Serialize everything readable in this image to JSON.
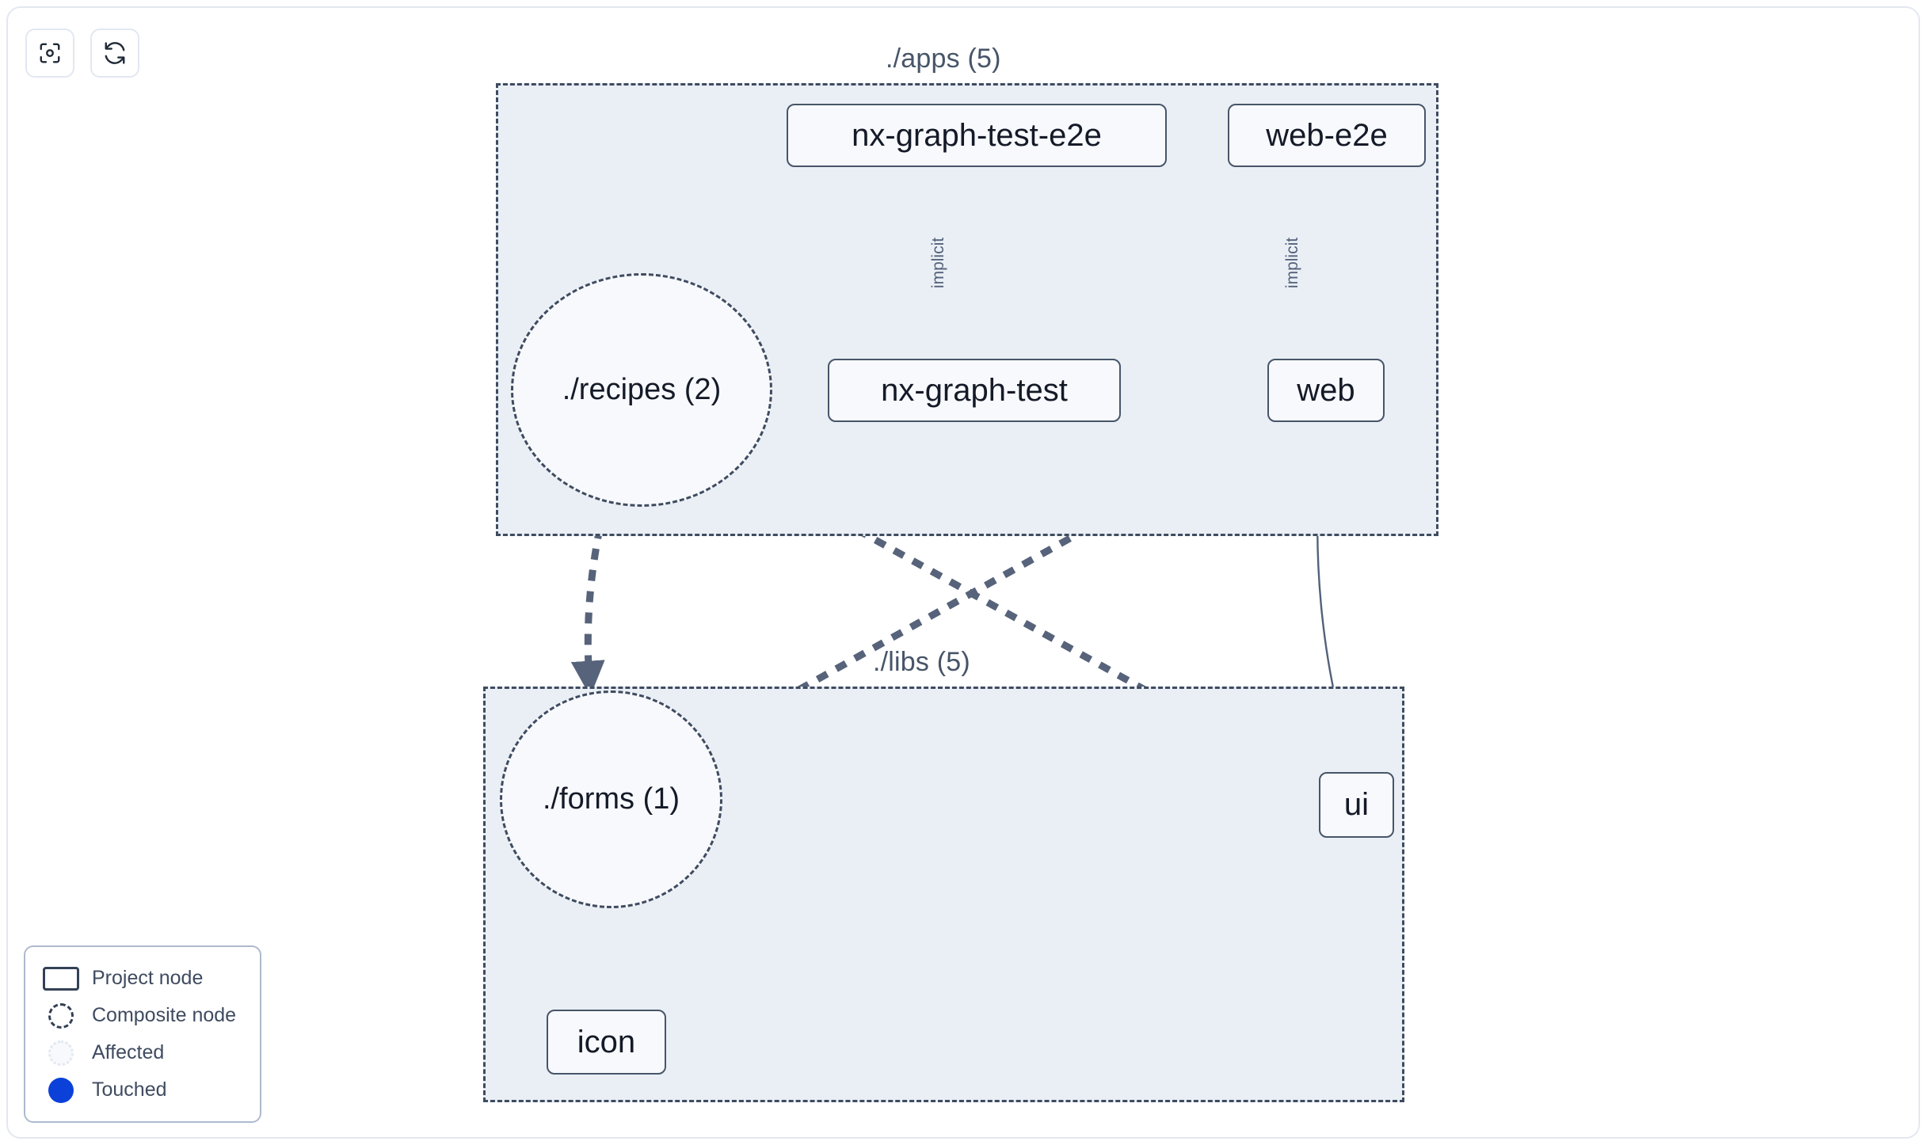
{
  "toolbar": {
    "buttons": [
      {
        "name": "focus-graph-button",
        "icon": "focus-target-icon",
        "title": "Focus graph"
      },
      {
        "name": "refresh-graph-button",
        "icon": "refresh-icon",
        "title": "Refresh graph"
      }
    ]
  },
  "graph": {
    "groups": [
      {
        "id": "apps",
        "label": "./apps (5)"
      },
      {
        "id": "libs",
        "label": "./libs (5)"
      }
    ],
    "composites": [
      {
        "id": "recipes",
        "label": "./recipes (2)"
      },
      {
        "id": "forms",
        "label": "./forms (1)"
      }
    ],
    "nodes": [
      {
        "id": "nx-graph-test-e2e",
        "label": "nx-graph-test-e2e"
      },
      {
        "id": "web-e2e",
        "label": "web-e2e"
      },
      {
        "id": "nx-graph-test",
        "label": "nx-graph-test"
      },
      {
        "id": "web",
        "label": "web"
      },
      {
        "id": "ui",
        "label": "ui"
      },
      {
        "id": "icon",
        "label": "icon"
      }
    ],
    "edges": [
      {
        "from": "nx-graph-test-e2e",
        "to": "nx-graph-test",
        "label": "implicit",
        "style": "solid"
      },
      {
        "from": "web-e2e",
        "to": "web",
        "label": "implicit",
        "style": "solid"
      },
      {
        "from": "web",
        "to": "ui",
        "label": "",
        "style": "solid"
      },
      {
        "from": "recipes",
        "to": "forms",
        "label": "",
        "style": "dashed"
      },
      {
        "from": "recipes",
        "to": "ui",
        "label": "",
        "style": "dashed"
      },
      {
        "from": "web",
        "to": "forms",
        "label": "",
        "style": "dashed"
      },
      {
        "from": "forms",
        "to": "icon",
        "label": "",
        "style": "dashed"
      }
    ]
  },
  "legend": {
    "items": [
      {
        "key": "project-node",
        "label": "Project node"
      },
      {
        "key": "composite-node",
        "label": "Composite node"
      },
      {
        "key": "affected",
        "label": "Affected"
      },
      {
        "key": "touched",
        "label": "Touched"
      }
    ]
  },
  "colors": {
    "group_fill": "#eaeff5",
    "group_border": "#3f4b60",
    "node_fill": "#f7f9fc",
    "node_border": "#475569",
    "node_text": "#151a28",
    "edge": "#57637a",
    "edge_thin": "#53617a",
    "touched": "#0b41d8",
    "panel_border": "#e3e8f0"
  }
}
